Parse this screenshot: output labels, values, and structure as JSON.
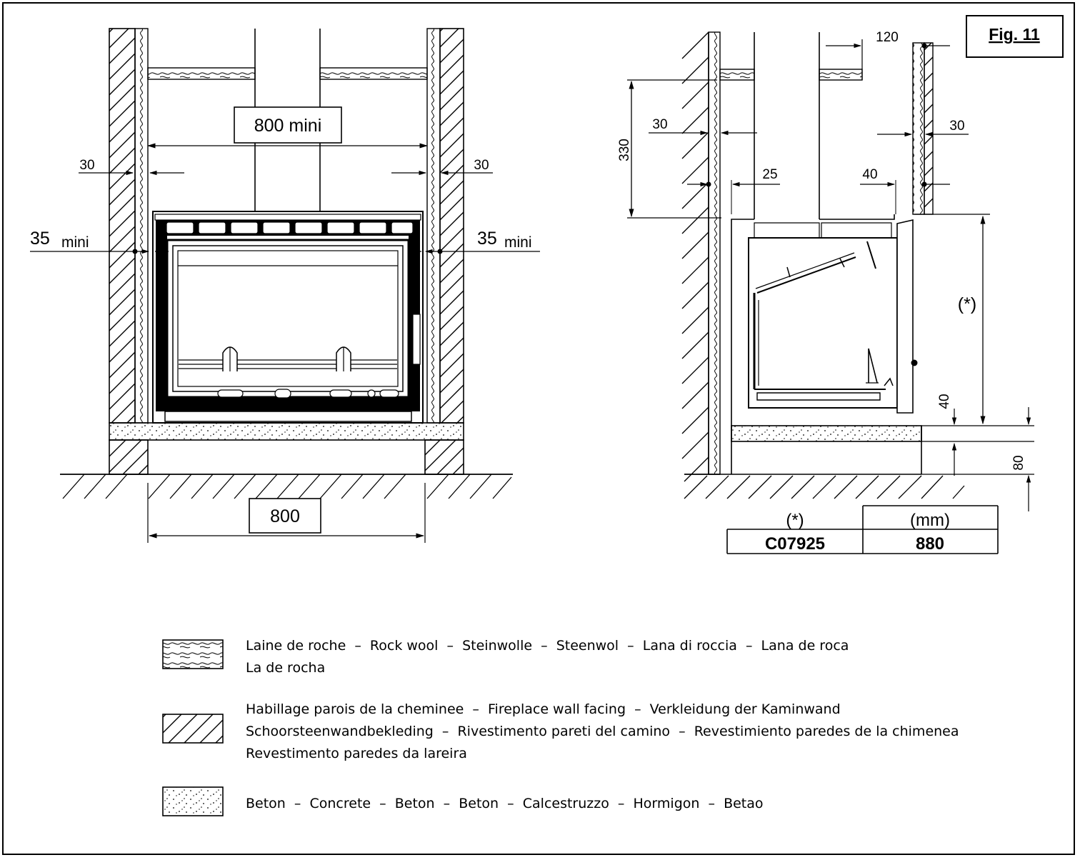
{
  "figure": {
    "label": "Fig. 11"
  },
  "front_view": {
    "top_width_label": "800 mini",
    "bottom_width_label": "800",
    "left_gap": "30",
    "right_gap": "30",
    "left_clearance_num": "35",
    "left_clearance_unit": "mini",
    "right_clearance_num": "35",
    "right_clearance_unit": "mini"
  },
  "side_view": {
    "top_offset": "120",
    "height_330": "330",
    "left_gap": "30",
    "right_gap": "30",
    "inner_left": "25",
    "inner_right": "40",
    "variable_height": "(*)",
    "base_40": "40",
    "base_80": "80"
  },
  "table": {
    "header_key": "(*)",
    "header_unit": "(mm)",
    "rows": [
      {
        "model": "C07925",
        "value": "880"
      }
    ]
  },
  "legend": [
    {
      "pattern": "rock-wool",
      "lines": [
        "Laine de roche  –  Rock wool  –  Steinwolle  –  Steenwol  –  Lana di roccia  –  Lana de roca",
        "La de rocha"
      ]
    },
    {
      "pattern": "hatch",
      "lines": [
        "Habillage parois de la cheminee  –  Fireplace wall facing  –  Verkleidung der Kaminwand",
        "Schoorsteenwandbekleding  –  Rivestimento pareti del camino  –  Revestimiento paredes de la chimenea",
        "Revestimento paredes da lareira"
      ]
    },
    {
      "pattern": "concrete",
      "lines": [
        "Beton  –  Concrete  –  Beton  –  Beton  –  Calcestruzzo  –  Hormigon  –  Betao"
      ]
    }
  ]
}
